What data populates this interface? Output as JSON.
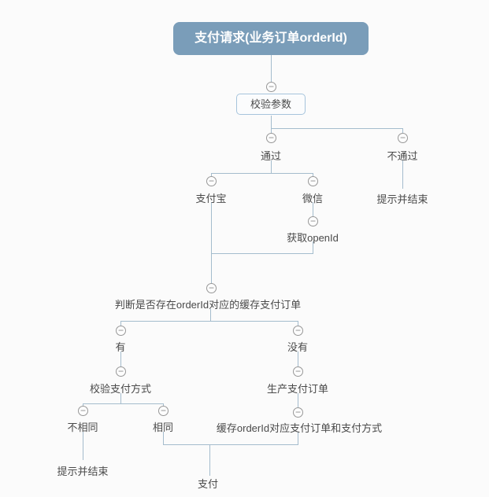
{
  "ui": {
    "collapse_glyph": "−"
  },
  "colors": {
    "canvas_background": "#FBFBFB",
    "root_background": "#7A9DB9",
    "root_text": "#FFFFFF",
    "connector_line": "#A4BCCD",
    "box_border": "#A6C4DC",
    "box_background": "#FBFCFD",
    "label_text": "#4A4A4A",
    "collapse_icon_border": "#979797"
  },
  "nodes": {
    "root": {
      "label": "支付请求(业务订单orderId)"
    },
    "validate_params": {
      "label": "校验参数"
    },
    "pass": {
      "label": "通过"
    },
    "fail": {
      "label": "不通过"
    },
    "fail_end": {
      "label": "提示并结束"
    },
    "alipay": {
      "label": "支付宝"
    },
    "wechat": {
      "label": "微信"
    },
    "get_openid": {
      "label": "获取openId"
    },
    "check_cache": {
      "label": "判断是否存在orderId对应的缓存支付订单"
    },
    "has_cache": {
      "label": "有"
    },
    "no_cache": {
      "label": "没有"
    },
    "verify_pay_method": {
      "label": "校验支付方式"
    },
    "not_same": {
      "label": "不相同"
    },
    "same": {
      "label": "相同"
    },
    "not_same_end": {
      "label": "提示并结束"
    },
    "create_order": {
      "label": "生产支付订单"
    },
    "cache_order": {
      "label": "缓存orderId对应支付订单和支付方式"
    },
    "pay": {
      "label": "支付"
    }
  }
}
